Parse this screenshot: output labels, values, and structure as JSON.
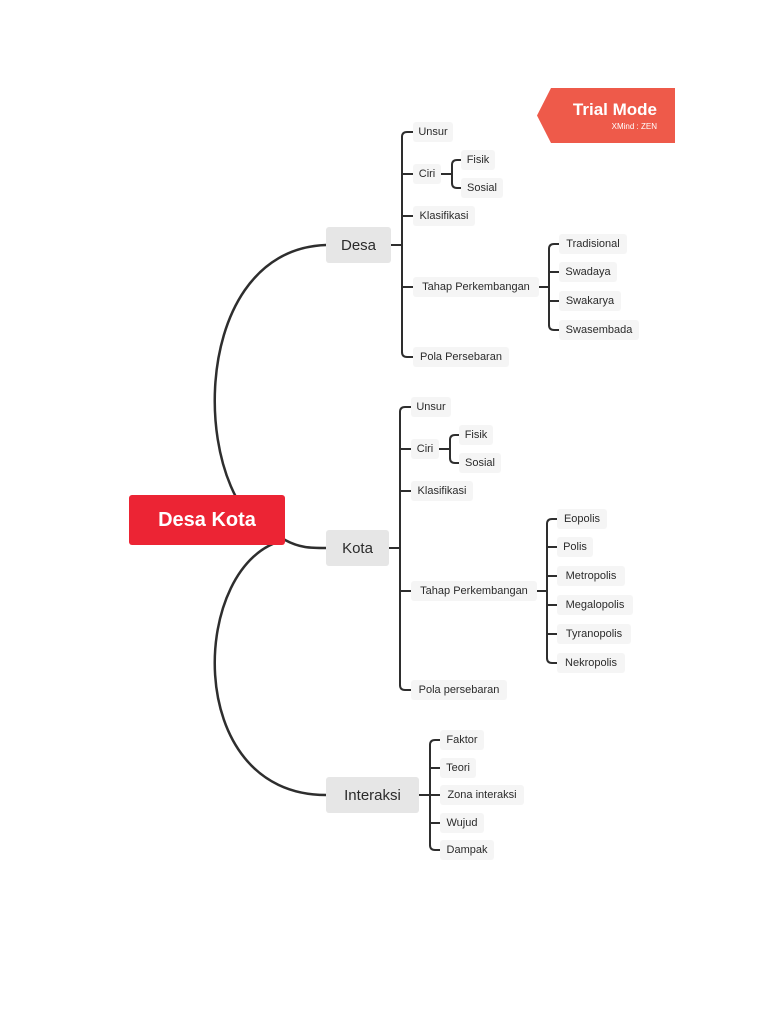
{
  "watermark": {
    "title": "Trial Mode",
    "subtitle": "XMind : ZEN"
  },
  "root": {
    "label": "Desa Kota"
  },
  "branches": [
    {
      "label": "Desa",
      "children": [
        {
          "label": "Unsur"
        },
        {
          "label": "Ciri",
          "children": [
            {
              "label": "Fisik"
            },
            {
              "label": "Sosial"
            }
          ]
        },
        {
          "label": "Klasifikasi"
        },
        {
          "label": "Tahap Perkembangan",
          "children": [
            {
              "label": "Tradisional"
            },
            {
              "label": "Swadaya"
            },
            {
              "label": "Swakarya"
            },
            {
              "label": "Swasembada"
            }
          ]
        },
        {
          "label": "Pola Persebaran"
        }
      ]
    },
    {
      "label": "Kota",
      "children": [
        {
          "label": "Unsur"
        },
        {
          "label": "Ciri",
          "children": [
            {
              "label": "Fisik"
            },
            {
              "label": "Sosial"
            }
          ]
        },
        {
          "label": "Klasifikasi"
        },
        {
          "label": "Tahap Perkembangan",
          "children": [
            {
              "label": "Eopolis"
            },
            {
              "label": "Polis"
            },
            {
              "label": "Metropolis"
            },
            {
              "label": "Megalopolis"
            },
            {
              "label": "Tyranopolis"
            },
            {
              "label": "Nekropolis"
            }
          ]
        },
        {
          "label": "Pola persebaran"
        }
      ]
    },
    {
      "label": "Interaksi",
      "children": [
        {
          "label": "Faktor"
        },
        {
          "label": "Teori"
        },
        {
          "label": "Zona interaksi"
        },
        {
          "label": "Wujud"
        },
        {
          "label": "Dampak"
        }
      ]
    }
  ]
}
